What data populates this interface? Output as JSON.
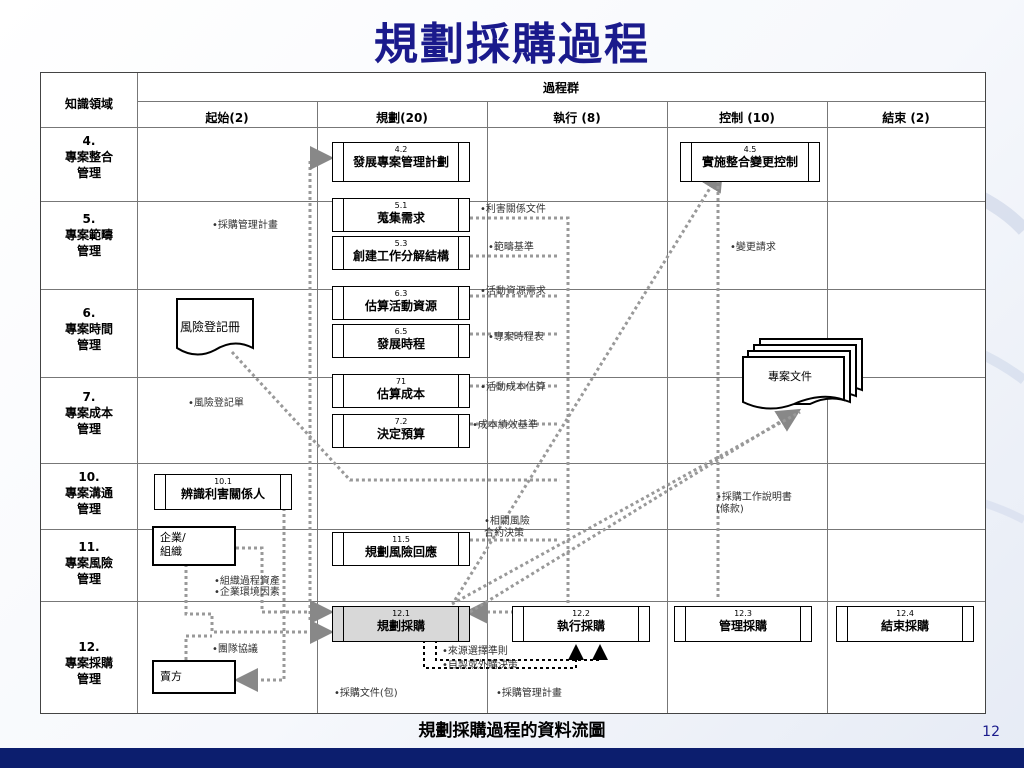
{
  "title": "規劃採購過程",
  "footer": "規劃採購過程的資料流圖",
  "page_number": "12",
  "header": {
    "knowledge_area": "知識領域",
    "process_groups": "過程群",
    "columns": [
      "起始(2)",
      "規劃(20)",
      "執行 (8)",
      "控制 (10)",
      "結束 (2)"
    ]
  },
  "rows": [
    {
      "num": "4.",
      "name": [
        "專案整合",
        "管理"
      ]
    },
    {
      "num": "5.",
      "name": [
        "專案範疇",
        "管理"
      ]
    },
    {
      "num": "6.",
      "name": [
        "專案時間",
        "管理"
      ]
    },
    {
      "num": "7.",
      "name": [
        "專案成本",
        "管理"
      ]
    },
    {
      "num": "10.",
      "name": [
        "專案溝通",
        "管理"
      ]
    },
    {
      "num": "11.",
      "name": [
        "專案風險",
        "管理"
      ]
    },
    {
      "num": "12.",
      "name": [
        "專案採購",
        "管理"
      ]
    }
  ],
  "processes": {
    "p42": {
      "num": "4.2",
      "label": "發展專案管理計劃"
    },
    "p45": {
      "num": "4.5",
      "label": "實施整合變更控制"
    },
    "p51": {
      "num": "5.1",
      "label": "蒐集需求"
    },
    "p53": {
      "num": "5.3",
      "label": "創建工作分解結構"
    },
    "p63": {
      "num": "6.3",
      "label": "估算活動資源"
    },
    "p65": {
      "num": "6.5",
      "label": "發展時程"
    },
    "p71": {
      "num": "71",
      "label": "估算成本"
    },
    "p72": {
      "num": "7.2",
      "label": "決定預算"
    },
    "p101": {
      "num": "10.1",
      "label": "辨識利害關係人"
    },
    "p115": {
      "num": "11.5",
      "label": "規劃風險回應"
    },
    "p121": {
      "num": "12.1",
      "label": "規劃採購"
    },
    "p122": {
      "num": "12.2",
      "label": "執行採購"
    },
    "p123": {
      "num": "12.3",
      "label": "管理採購"
    },
    "p124": {
      "num": "12.4",
      "label": "結束採購"
    }
  },
  "documents": {
    "risk_register": "風險登記冊",
    "project_docs": "專案文件",
    "enterprise": [
      "企業/",
      "組織"
    ],
    "buyer": "賣方"
  },
  "notes": {
    "procurement_plan": "•採購管理計畫",
    "stakeholder_doc": "•利害關係文件",
    "scope_baseline": "•範疇基準",
    "change_request": "•變更請求",
    "activity_resource": "•活動資源需求",
    "schedule": "•專案時程表",
    "risk_register2": "•風險登記單",
    "activity_cost": "•活動成本估算",
    "cost_baseline": "•成本績效基準",
    "sow": [
      "•採購工作說明書",
      "(條款)"
    ],
    "risk_decisions": [
      "•相關風險",
      "合約決策"
    ],
    "org_assets": [
      "•組織過程資產",
      "•企業環境因素"
    ],
    "teaming": "•團隊協議",
    "source_criteria": "•來源選擇準則",
    "make_buy": "•自製或外購決策",
    "proc_docs": "•採購文件(包)",
    "proc_mgmt_plan": "•採購管理計畫"
  }
}
